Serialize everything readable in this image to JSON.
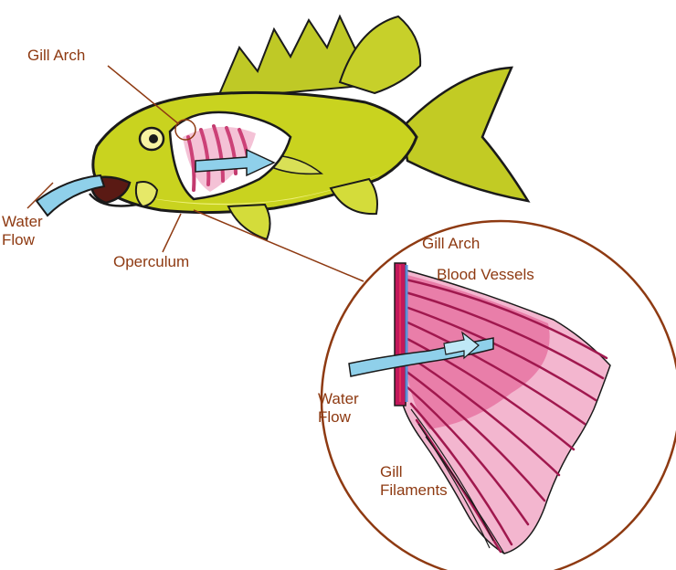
{
  "labels": {
    "gill_arch_top": "Gill Arch",
    "water_flow_top": [
      "Water",
      "Flow"
    ],
    "operculum": "Operculum",
    "gill_arch_zoom": "Gill Arch",
    "blood_vessels": "Blood Vessels",
    "water_flow_zoom": [
      "Water",
      "Flow"
    ],
    "gill_filaments": [
      "Gill",
      "Filaments"
    ]
  },
  "colors": {
    "label_text": "#8e3a12",
    "leader_line": "#8e3a12",
    "fish_body": "#c9d31f",
    "fish_belly": "#f0f08a",
    "gill_pink": "#e0508a",
    "gill_light": "#f6c8dc",
    "water_blue": "#8fd0ea",
    "outline": "#1a1a1a"
  }
}
